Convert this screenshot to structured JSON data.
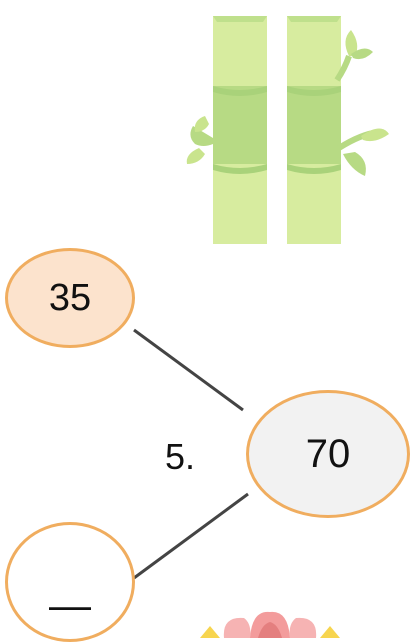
{
  "question_number": "5.",
  "bubbles": {
    "top": "35",
    "center": "70",
    "bottom": "—"
  },
  "colors": {
    "bubble_border": "#f0ad5f",
    "top_fill": "#fce3cd",
    "center_fill": "#f2f2f2",
    "bottom_fill": "#ffffff",
    "bamboo_light": "#c9e48d",
    "bamboo_dark": "#9fcf73",
    "line": "#444444"
  },
  "icons": {
    "bamboo": "bamboo-icon",
    "flower": "lotus-flower-icon"
  }
}
